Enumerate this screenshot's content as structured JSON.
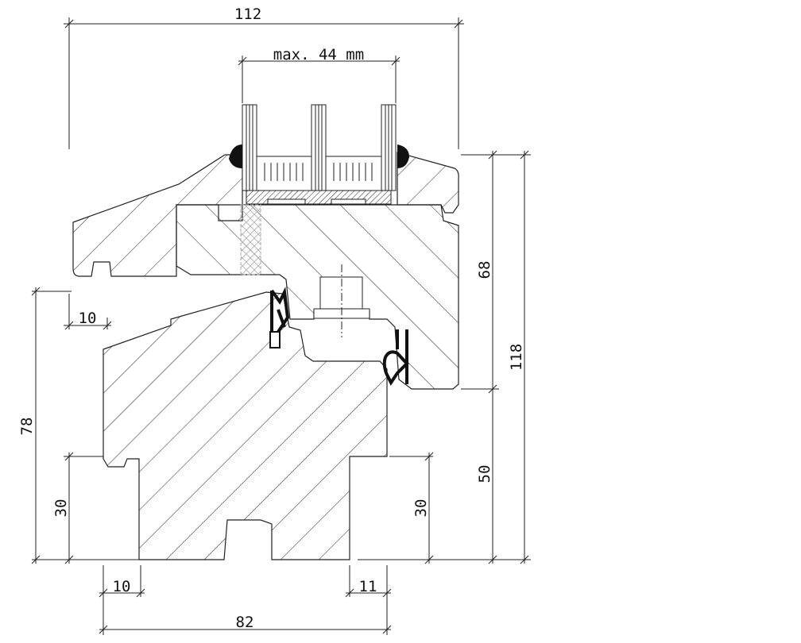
{
  "drawing": {
    "title": "Window frame cross-section",
    "dimensions": {
      "overall_width": "112",
      "glazing_max": "max. 44 mm",
      "sash_height": "68",
      "total_height": "118",
      "frame_lower": "50",
      "frame_height": "78",
      "left_overhang": "10",
      "left_groove": "30",
      "right_groove": "30",
      "bottom_left": "10",
      "bottom_right": "11",
      "frame_width": "82"
    },
    "colors": {
      "line": "#222222",
      "seal": "#111111",
      "background": "#ffffff"
    }
  }
}
